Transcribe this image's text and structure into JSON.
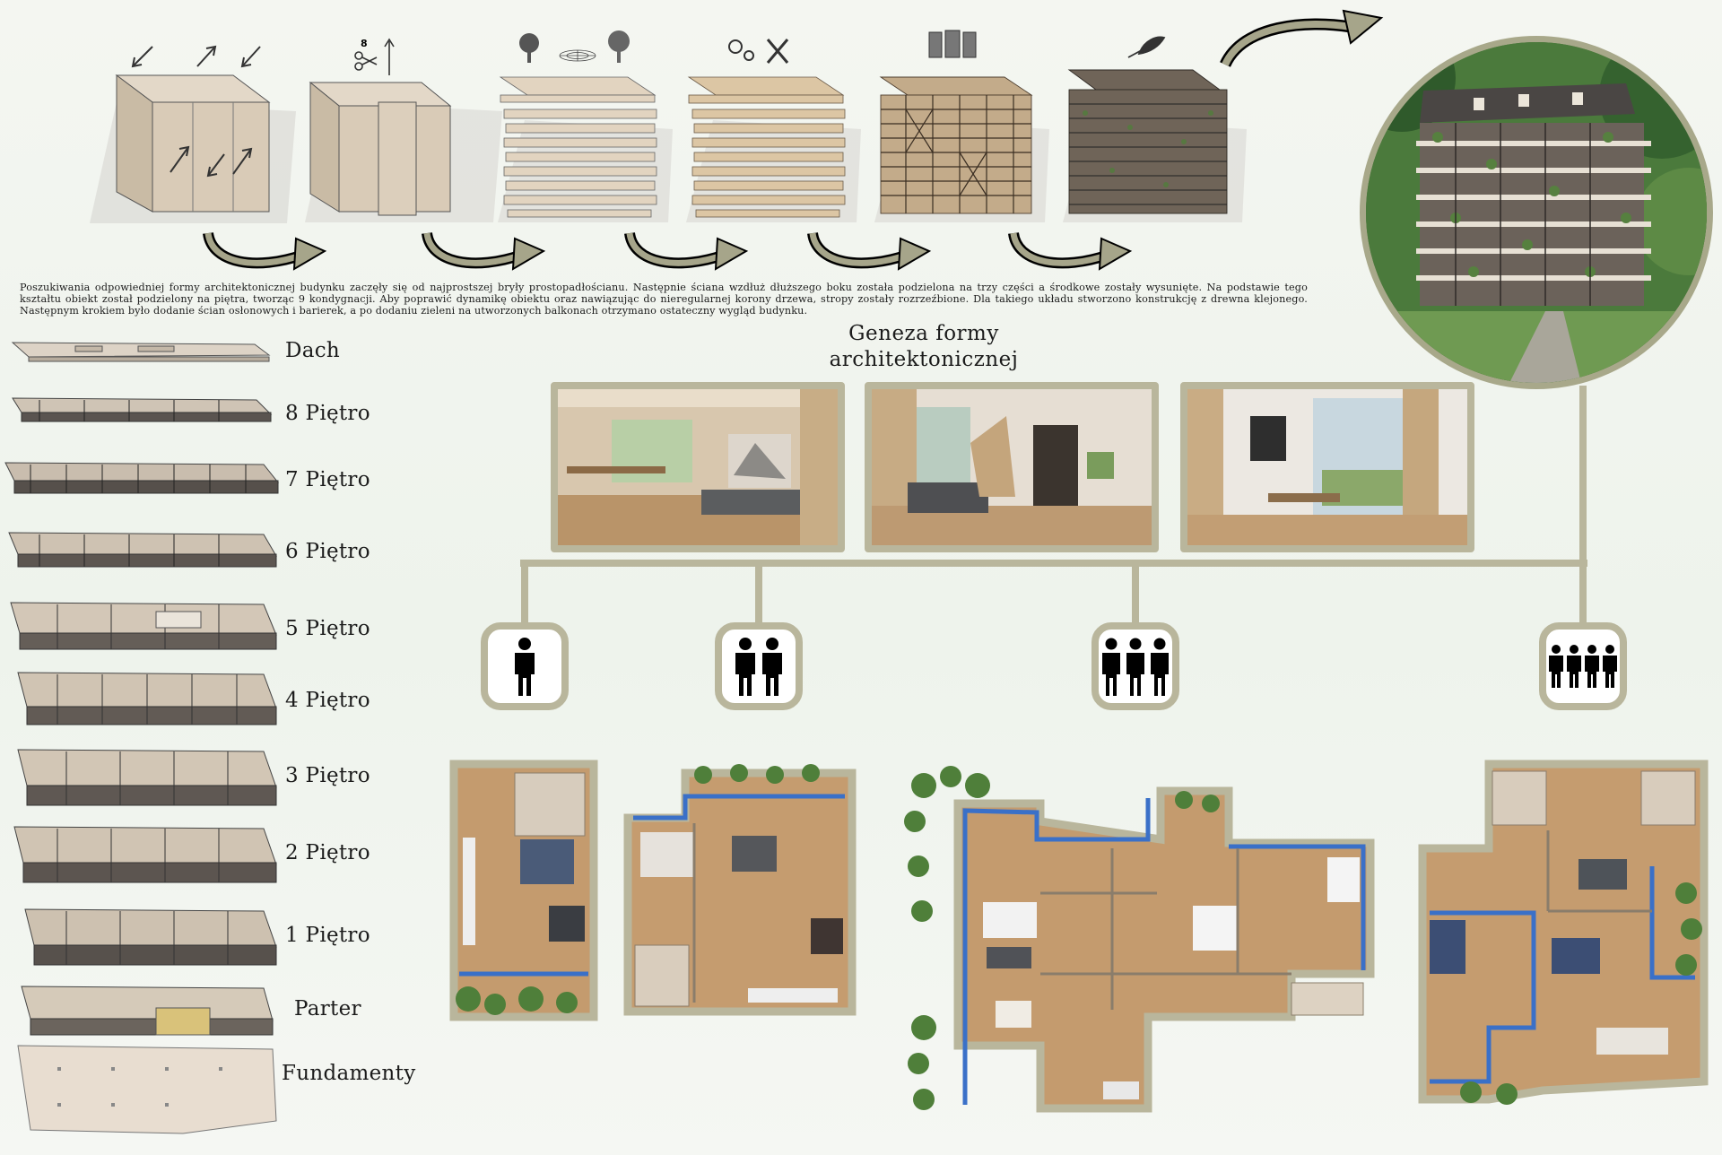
{
  "description": "Poszukiwania odpowiedniej formy architektonicznej budynku zaczęły się od najprostszej bryły prostopadłościanu. Następnie ściana wzdłuż dłuższego boku została podzielona na trzy części a środkowe zostały wysunięte. Na podstawie tego kształtu obiekt został podzielony na piętra, tworząc 9 kondygnacji. Aby poprawić dynamikę obiektu oraz nawiązując do nieregularnej korony drzewa, stropy zostały rozrzeźbione. Dla takiego układu stworzono konstrukcję z drewna klejonego. Następnym krokiem było dodanie ścian osłonowych i barierek, a po dodaniu zieleni na utworzonych balkonach otrzymano ostateczny wygląd budynku.",
  "split_step_label": "8",
  "genesis_title": "Geneza formy architektonicznej",
  "floors": [
    {
      "label": "Dach"
    },
    {
      "label": "8 Piętro"
    },
    {
      "label": "7 Piętro"
    },
    {
      "label": "6 Piętro"
    },
    {
      "label": "5 Piętro"
    },
    {
      "label": "4 Piętro"
    },
    {
      "label": "3 Piętro"
    },
    {
      "label": "2 Piętro"
    },
    {
      "label": "1 Piętro"
    },
    {
      "label": "Parter"
    },
    {
      "label": "Fundamenty"
    }
  ],
  "apartments": [
    {
      "occupants": 1
    },
    {
      "occupants": 2
    },
    {
      "occupants": 3
    },
    {
      "occupants": 4
    }
  ],
  "colors": {
    "frame": "#b9b69c",
    "wood": "#c8a77e",
    "box": "#d8cbb8",
    "window_blue": "#3a70c8",
    "greenery": "#4f7f3a",
    "arrow": "#a6a58a"
  },
  "icons": [
    "arrow-icon",
    "scissors-icon",
    "tree-icon",
    "sun-radial-icon",
    "gears-icon",
    "tools-icon",
    "panels-icon",
    "leaf-icon",
    "person-icon"
  ]
}
